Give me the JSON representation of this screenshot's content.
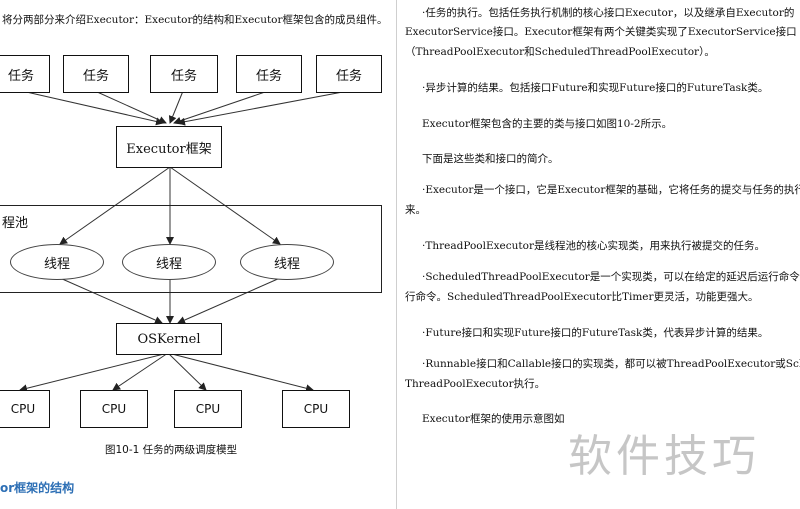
{
  "left": {
    "intro": "将分两部分来介绍Executor：Executor的结构和Executor框架包含的成员组件。",
    "tasks": [
      "任务",
      "任务",
      "任务",
      "任务",
      "任务"
    ],
    "executor_box": "Executor框架",
    "pool_label": "程池",
    "threads": [
      "线程",
      "线程",
      "线程"
    ],
    "oskernel": "OSKernel",
    "cpus": [
      "CPU",
      "CPU",
      "CPU",
      "CPU"
    ],
    "caption": "图10-1  任务的两级调度模型",
    "section_heading": "or框架的结构"
  },
  "right": {
    "lines": [
      "·任务的执行。包括任务执行机制的核心接口Executor，以及继承自Executor的",
      "ExecutorService接口。Executor框架有两个关键类实现了ExecutorService接口",
      "（ThreadPoolExecutor和ScheduledThreadPoolExecutor）。",
      "·异步计算的结果。包括接口Future和实现Future接口的FutureTask类。",
      "Executor框架包含的主要的类与接口如图10-2所示。",
      "下面是这些类和接口的简介。",
      "·Executor是一个接口，它是Executor框架的基础，它将任务的提交与任务的执行分",
      "来。",
      "·ThreadPoolExecutor是线程池的核心实现类，用来执行被提交的任务。",
      "·ScheduledThreadPoolExecutor是一个实现类，可以在给定的延迟后运行命令，或",
      "行命令。ScheduledThreadPoolExecutor比Timer更灵活，功能更强大。",
      "·Future接口和实现Future接口的FutureTask类，代表异步计算的结果。",
      "·Runnable接口和Callable接口的实现类，都可以被ThreadPoolExecutor或Schedule",
      "ThreadPoolExecutor执行。",
      "Executor框架的使用示意图如"
    ]
  },
  "watermark": "软件技巧"
}
